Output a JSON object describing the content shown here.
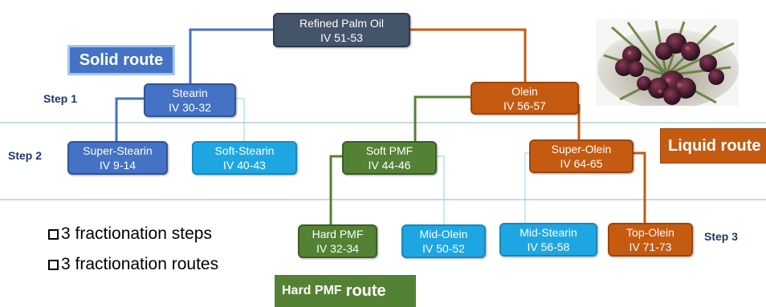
{
  "root": {
    "name": "Refined Palm Oil",
    "iv": "IV 51-53"
  },
  "stearin": {
    "name": "Stearin",
    "iv": "IV 30-32"
  },
  "olein": {
    "name": "Olein",
    "iv": "IV 56-57"
  },
  "super_stearin": {
    "name": "Super-Stearin",
    "iv": "IV 9-14"
  },
  "soft_stearin": {
    "name": "Soft-Stearin",
    "iv": "IV 40-43"
  },
  "soft_pmf": {
    "name": "Soft PMF",
    "iv": "IV 44-46"
  },
  "super_olein": {
    "name": "Super-Olein",
    "iv": "IV 64-65"
  },
  "hard_pmf": {
    "name": "Hard PMF",
    "iv": "IV 32-34"
  },
  "mid_olein": {
    "name": "Mid-Olein",
    "iv": "IV 50-52"
  },
  "mid_stearin": {
    "name": "Mid-Stearin",
    "iv": "IV 56-58"
  },
  "top_olein": {
    "name": "Top-Olein",
    "iv": "IV 71-73"
  },
  "routes": {
    "solid": "Solid route",
    "liquid": "Liquid route",
    "hard_pmf_prefix": "Hard PMF",
    "hard_pmf_suffix": "route"
  },
  "steps": {
    "step1": "Step 1",
    "step2": "Step 2",
    "step3": "Step 3"
  },
  "bullets": [
    "3 fractionation steps",
    "3 fractionation routes"
  ],
  "colors": {
    "dark": "#44546a",
    "blue": "#4472c4",
    "cyan": "#1ea6e3",
    "green": "#548235",
    "orange": "#c55a11",
    "divider": "#8fb4c9"
  }
}
